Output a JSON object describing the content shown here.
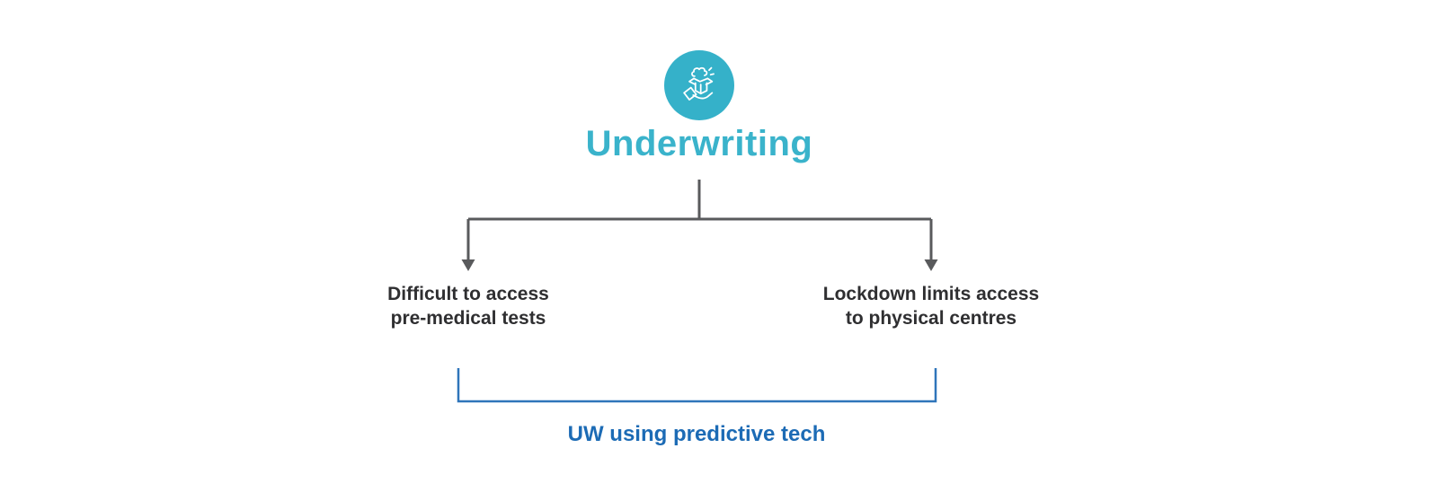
{
  "diagram": {
    "title": "Underwriting",
    "icon": "hand-holding-open-box-icon",
    "branches": [
      {
        "line1": "Difficult to access",
        "line2": "pre-medical tests"
      },
      {
        "line1": "Lockdown limits access",
        "line2": "to physical centres"
      }
    ],
    "solution": {
      "label": "UW using predictive tech"
    },
    "colors": {
      "teal": "#35b1c9",
      "title_teal": "#3ab3cb",
      "connector_gray": "#595a5c",
      "label_dark": "#2f2f31",
      "accent_blue": "#1c6bb5",
      "bracket_blue": "#2f75ba"
    }
  }
}
